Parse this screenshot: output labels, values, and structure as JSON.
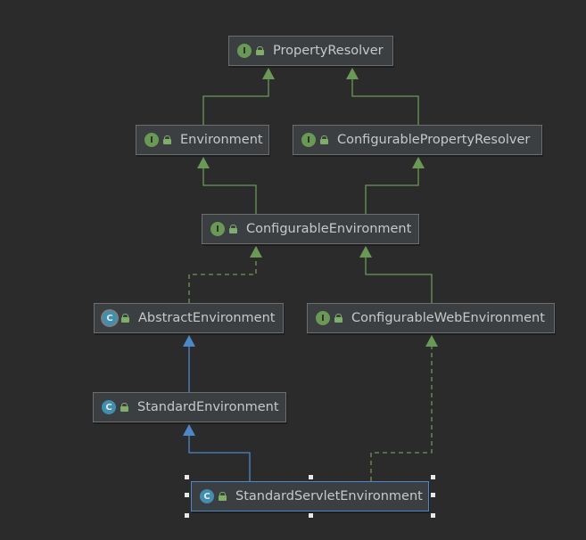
{
  "diagram": {
    "nodes": [
      {
        "id": "PropertyResolver",
        "label": "PropertyResolver",
        "kind": "interface",
        "kind_glyph": "I"
      },
      {
        "id": "Environment",
        "label": "Environment",
        "kind": "interface",
        "kind_glyph": "I"
      },
      {
        "id": "ConfigurablePropertyResolver",
        "label": "ConfigurablePropertyResolver",
        "kind": "interface",
        "kind_glyph": "I"
      },
      {
        "id": "ConfigurableEnvironment",
        "label": "ConfigurableEnvironment",
        "kind": "interface",
        "kind_glyph": "I"
      },
      {
        "id": "AbstractEnvironment",
        "label": "AbstractEnvironment",
        "kind": "abstract-class",
        "kind_glyph": "C"
      },
      {
        "id": "ConfigurableWebEnvironment",
        "label": "ConfigurableWebEnvironment",
        "kind": "interface",
        "kind_glyph": "I"
      },
      {
        "id": "StandardEnvironment",
        "label": "StandardEnvironment",
        "kind": "class",
        "kind_glyph": "C"
      },
      {
        "id": "StandardServletEnvironment",
        "label": "StandardServletEnvironment",
        "kind": "class",
        "kind_glyph": "C",
        "selected": true
      }
    ],
    "edges": [
      {
        "from": "Environment",
        "to": "PropertyResolver",
        "type": "interface-extends"
      },
      {
        "from": "ConfigurablePropertyResolver",
        "to": "PropertyResolver",
        "type": "interface-extends"
      },
      {
        "from": "ConfigurableEnvironment",
        "to": "Environment",
        "type": "interface-extends"
      },
      {
        "from": "ConfigurableEnvironment",
        "to": "ConfigurablePropertyResolver",
        "type": "interface-extends"
      },
      {
        "from": "AbstractEnvironment",
        "to": "ConfigurableEnvironment",
        "type": "implements"
      },
      {
        "from": "ConfigurableWebEnvironment",
        "to": "ConfigurableEnvironment",
        "type": "interface-extends"
      },
      {
        "from": "StandardEnvironment",
        "to": "AbstractEnvironment",
        "type": "class-extends"
      },
      {
        "from": "StandardServletEnvironment",
        "to": "StandardEnvironment",
        "type": "class-extends"
      },
      {
        "from": "StandardServletEnvironment",
        "to": "ConfigurableWebEnvironment",
        "type": "implements"
      }
    ],
    "colors": {
      "background": "#2b2b2b",
      "interface_edge": "#6a9955",
      "class_edge": "#4a88c7",
      "selection": "#4a88c7"
    }
  }
}
